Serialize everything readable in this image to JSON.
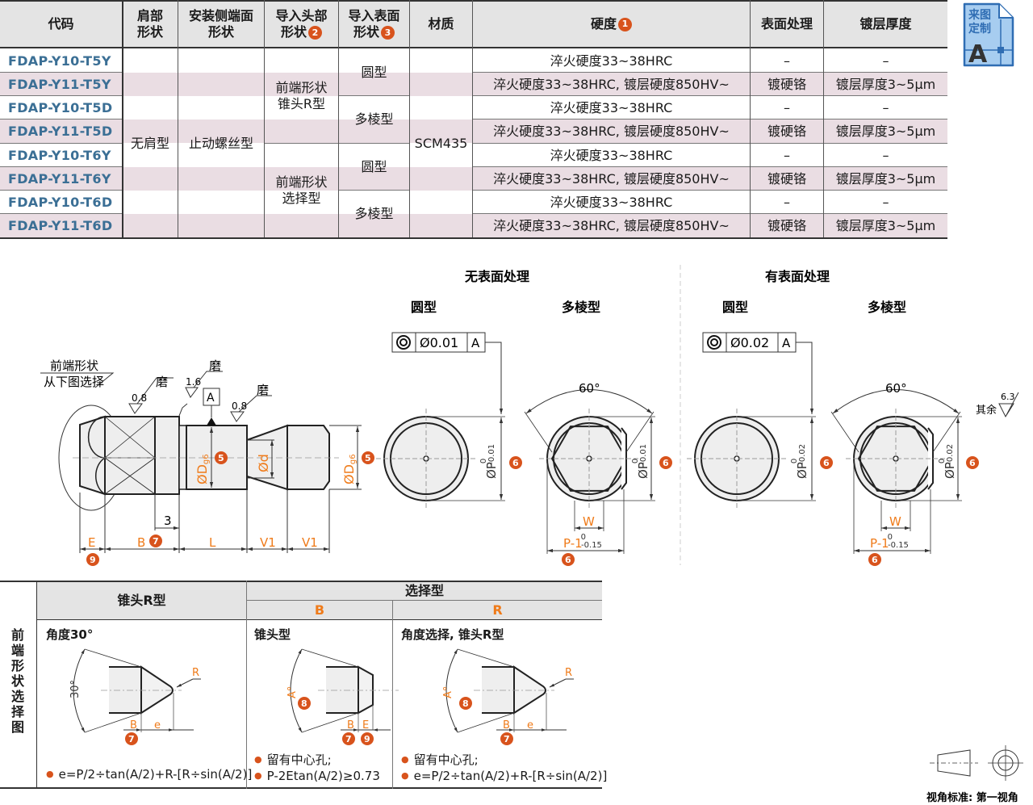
{
  "table": {
    "headers": {
      "code": "代码",
      "shoulder": "肩部\n形状",
      "mount_end": "安装侧端面\n形状",
      "lead_head": "导入头部\n形状",
      "lead_head_badge": "2",
      "lead_surface": "导入表面\n形状",
      "lead_surface_badge": "3",
      "material": "材质",
      "hardness": "硬度",
      "hardness_badge": "1",
      "surface_treatment": "表面处理",
      "plating_thickness": "镀层厚度"
    },
    "rows": [
      {
        "code": "FDAP-Y10-T5Y",
        "hardness": "淬火硬度33~38HRC",
        "treatment": "–",
        "thickness": "–"
      },
      {
        "code": "FDAP-Y11-T5Y",
        "hardness": "淬火硬度33~38HRC, 镀层硬度850HV~",
        "treatment": "镀硬铬",
        "thickness": "镀层厚度3~5μm"
      },
      {
        "code": "FDAP-Y10-T5D",
        "hardness": "淬火硬度33~38HRC",
        "treatment": "–",
        "thickness": "–"
      },
      {
        "code": "FDAP-Y11-T5D",
        "hardness": "淬火硬度33~38HRC, 镀层硬度850HV~",
        "treatment": "镀硬铬",
        "thickness": "镀层厚度3~5μm"
      },
      {
        "code": "FDAP-Y10-T6Y",
        "hardness": "淬火硬度33~38HRC",
        "treatment": "–",
        "thickness": "–"
      },
      {
        "code": "FDAP-Y11-T6Y",
        "hardness": "淬火硬度33~38HRC, 镀层硬度850HV~",
        "treatment": "镀硬铬",
        "thickness": "镀层厚度3~5μm"
      },
      {
        "code": "FDAP-Y10-T6D",
        "hardness": "淬火硬度33~38HRC",
        "treatment": "–",
        "thickness": "–"
      },
      {
        "code": "FDAP-Y11-T6D",
        "hardness": "淬火硬度33~38HRC, 镀层硬度850HV~",
        "treatment": "镀硬铬",
        "thickness": "镀层厚度3~5μm"
      }
    ],
    "merged": {
      "shoulder": "无肩型",
      "mount_end": "止动螺丝型",
      "lead_head_1": "前端形状\n锥头R型",
      "lead_head_2": "前端形状\n选择型",
      "surface_round": "圆型",
      "surface_multi": "多棱型",
      "material": "SCM435"
    }
  },
  "custom_badge": {
    "line1": "来图",
    "line2": "定制",
    "letter": "A"
  },
  "side_view": {
    "front_note_1": "前端形状",
    "front_note_2": "从下图选择",
    "grind": "磨",
    "ra_08": "0.8",
    "ra_16": "1.6",
    "datum": "A",
    "dim_D": "ØD",
    "dim_D_sub": "g6",
    "dim_d": "Ød",
    "dim_3": "3",
    "dims": [
      "E",
      "B",
      "L",
      "V1",
      "V1"
    ],
    "badges": {
      "D": "5",
      "B": "7",
      "E": "9"
    }
  },
  "end_views": {
    "no_treatment_title": "无表面处理",
    "with_treatment_title": "有表面处理",
    "round": "圆型",
    "multi": "多棱型",
    "coax_no": "Ø0.01",
    "coax_yes": "Ø0.02",
    "datum": "A",
    "angle": "60°",
    "tol_upper": "0",
    "tol_lower_no": "-0.01",
    "tol_lower_yes": "-0.02",
    "dim_P": "ØP",
    "dim_W": "W",
    "dim_P1": "P-1",
    "dim_P1_tol_upper": "0",
    "dim_P1_tol_lower": "-0.15",
    "badge_P": "6",
    "rest_label": "其余",
    "rest_ra": "6.3"
  },
  "front_shape": {
    "side_title": "前端形状选择图",
    "col1_header": "锥头R型",
    "group_header": "选择型",
    "col2_header": "B",
    "col3_header": "R",
    "col1": {
      "title": "角度30°",
      "angle": "30°",
      "r": "R",
      "b": "B",
      "e": "e",
      "badge_b": "7",
      "notes": [
        "e=P/2÷tan(A/2)+R-[R÷sin(A/2)]"
      ]
    },
    "col2": {
      "title": "锥头型",
      "angle": "A°",
      "b": "B",
      "e": "E",
      "badge_a": "8",
      "badge_b": "7",
      "badge_e": "9",
      "notes": [
        "留有中心孔;",
        "P-2Etan(A/2)≥0.73"
      ]
    },
    "col3": {
      "title": "角度选择, 锥头R型",
      "angle": "A°",
      "r": "R",
      "b": "B",
      "e": "e",
      "badge_a": "8",
      "badge_b": "7",
      "notes": [
        "留有中心孔;",
        "e=P/2÷tan(A/2)+R-[R÷sin(A/2)]"
      ]
    }
  },
  "view_standard": "视角标准: 第一视角",
  "colors": {
    "accent": "#d8531c",
    "code_blue": "#3b6f95",
    "stripe": "#eadde3",
    "dim_orange": "#ef7b1a",
    "header_gray": "#e4e4e4"
  }
}
